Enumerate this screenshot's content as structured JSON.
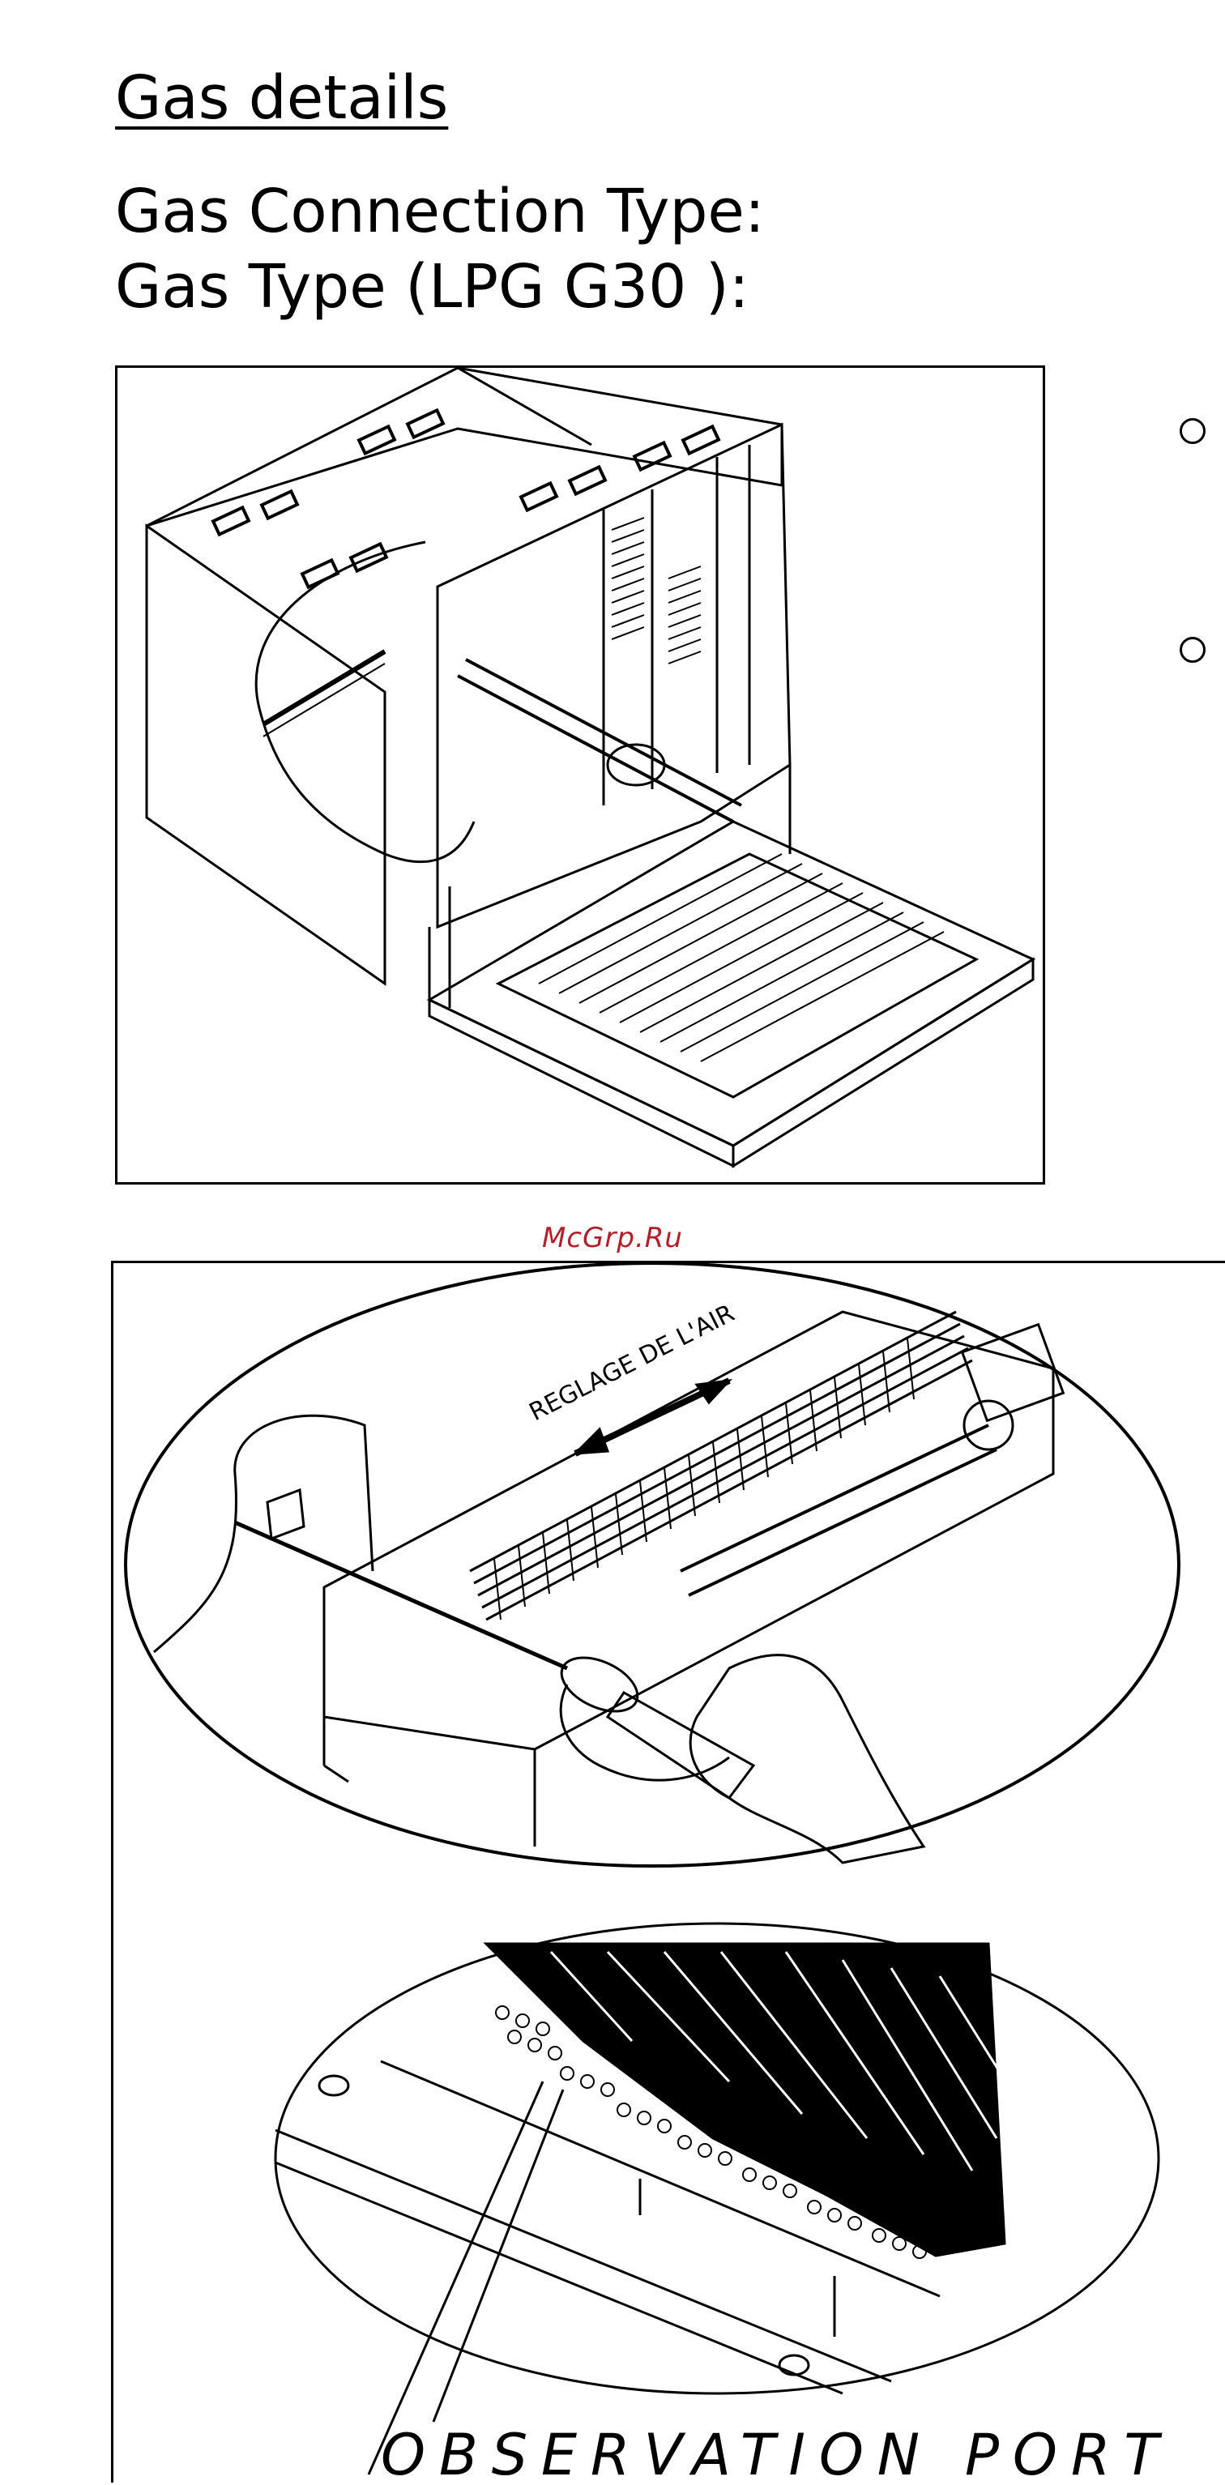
{
  "heading": "Gas details",
  "specs": {
    "connection_label": "Gas Connection Type:",
    "gas_type_label": "Gas Type (LPG G30 ):"
  },
  "watermark": "McGrp.Ru",
  "figure2": {
    "panel_text": "REGLAGE DE L'AIR",
    "callout": "OBSERVATION  PORT"
  },
  "bullets": [
    "circle",
    "circle"
  ]
}
